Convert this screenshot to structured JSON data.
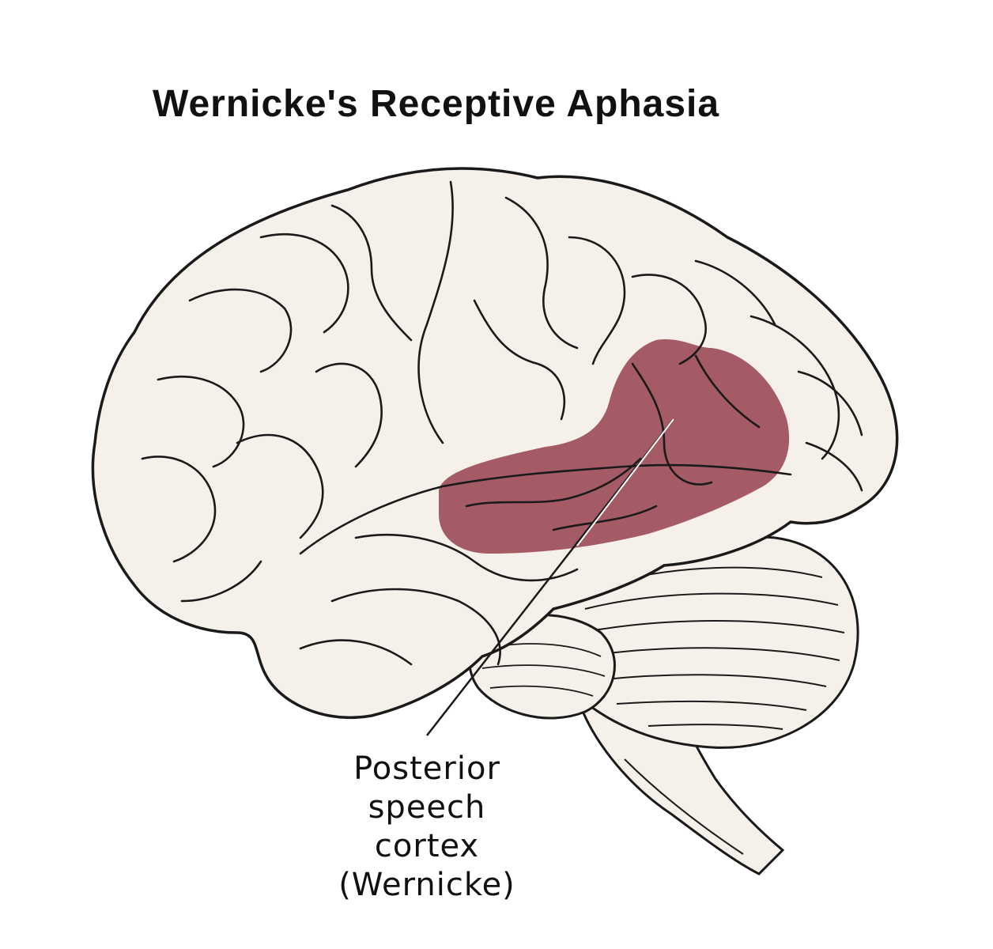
{
  "title": "Wernicke's Receptive Aphasia",
  "label_lines": [
    "Posterior",
    "speech",
    "cortex",
    "(Wernicke)"
  ],
  "colors": {
    "brain_fill": "#f6f0ea",
    "outline": "#1a1a1a",
    "highlight": "#9c4a58",
    "background": "#ffffff"
  }
}
